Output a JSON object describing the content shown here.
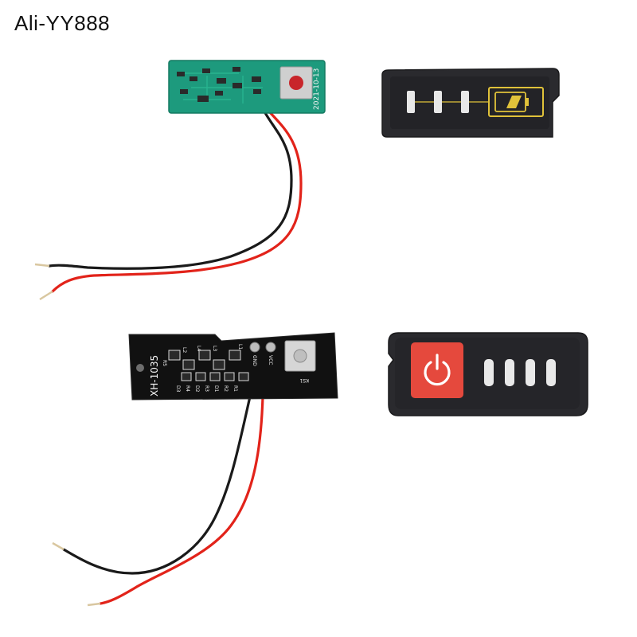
{
  "watermark": "Ali-YY888",
  "colors": {
    "background": "#ffffff",
    "pcb_green": "#1d9a7d",
    "pcb_black": "#111111",
    "wire_red": "#e2231a",
    "wire_black": "#1a1a1a",
    "cover_dark": "#2a2a2e",
    "power_button": "#e5493d",
    "battery_indicator": "#e0c23a"
  },
  "products": {
    "green_pcb": {
      "date_code": "2021-10-13"
    },
    "black_pcb": {
      "model": "XH-1035",
      "pad_gnd": "GND",
      "pad_vcc": "VCC",
      "switch_ref": "KS1",
      "ref_labels": [
        "L2",
        "R5",
        "L3",
        "L4",
        "L1",
        "D3",
        "R4",
        "D2",
        "R3",
        "D1",
        "R2",
        "R1"
      ]
    },
    "battery_cover": {
      "segments": 3,
      "icon": "battery-icon"
    },
    "power_cover": {
      "segments": 4,
      "icon": "power-icon"
    }
  }
}
